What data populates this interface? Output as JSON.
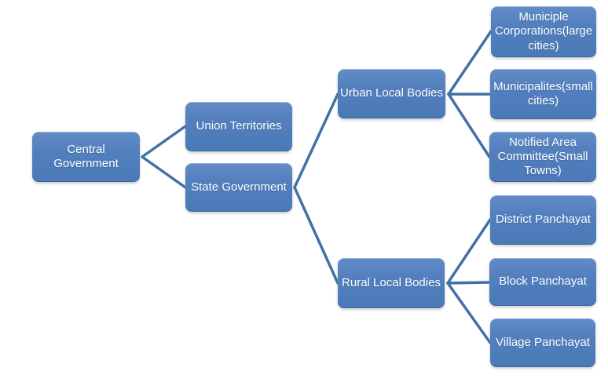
{
  "diagram": {
    "type": "org-chart",
    "nodes": {
      "central_government": {
        "label": "Central Government"
      },
      "union_territories": {
        "label": "Union Territories"
      },
      "state_government": {
        "label": "State Government"
      },
      "urban_local_bodies": {
        "label": "Urban Local Bodies"
      },
      "rural_local_bodies": {
        "label": "Rural Local Bodies"
      },
      "municiple_corporations": {
        "label": "Municiple Corporations(large cities)"
      },
      "municipalites": {
        "label": "Municipalites(small cities)"
      },
      "notified_area_committee": {
        "label": "Notified Area Committee(Small Towns)"
      },
      "district_panchayat": {
        "label": "District Panchayat"
      },
      "block_panchayat": {
        "label": "Block Panchayat"
      },
      "village_panchayat": {
        "label": "Village Panchayat"
      }
    },
    "edges": [
      [
        "Central Government",
        "Union Territories"
      ],
      [
        "Central Government",
        "State Government"
      ],
      [
        "State Government",
        "Urban Local Bodies"
      ],
      [
        "State Government",
        "Rural Local Bodies"
      ],
      [
        "Urban Local Bodies",
        "Municiple Corporations(large cities)"
      ],
      [
        "Urban Local Bodies",
        "Municipalites(small cities)"
      ],
      [
        "Urban Local Bodies",
        "Notified Area Committee(Small Towns)"
      ],
      [
        "Rural Local Bodies",
        "District Panchayat"
      ],
      [
        "Rural Local Bodies",
        "Block Panchayat"
      ],
      [
        "Rural Local Bodies",
        "Village Panchayat"
      ]
    ],
    "colors": {
      "node_fill": "#4f7fbc",
      "node_fill_top": "#618cc6",
      "connector": "#4271a7",
      "text": "#ffffff",
      "background": "#ffffff"
    }
  }
}
